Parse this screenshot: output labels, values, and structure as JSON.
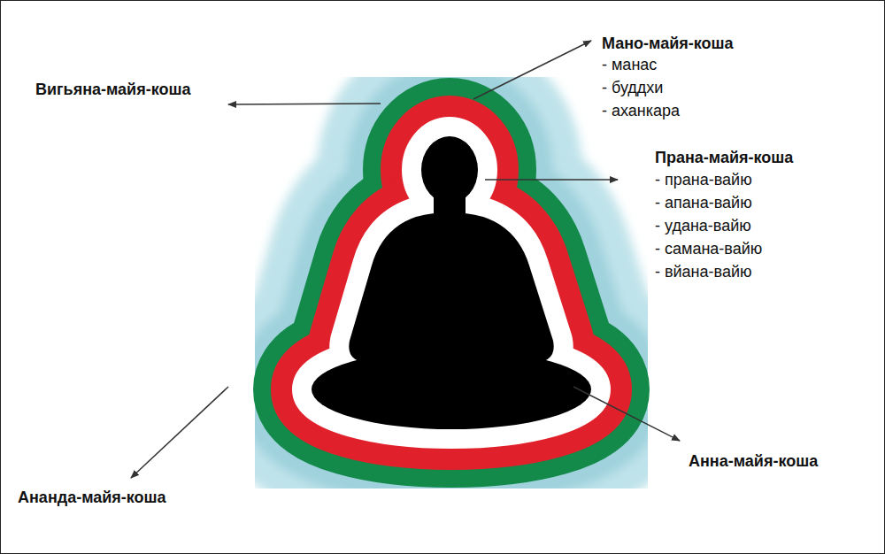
{
  "diagram": {
    "labels": [
      "Мано-майя-коша",
      "- манас",
      "- буддхи",
      "- аханкара",
      "Вигьяна-майя-коша",
      "Прана-майя-коша",
      "- прана-вайю",
      "- апана-вайю",
      "- удана-вайю",
      "- самана-вайю",
      "- вйана-вайю",
      "Анна-майя-коша",
      "Ананда-майя-коша"
    ]
  }
}
